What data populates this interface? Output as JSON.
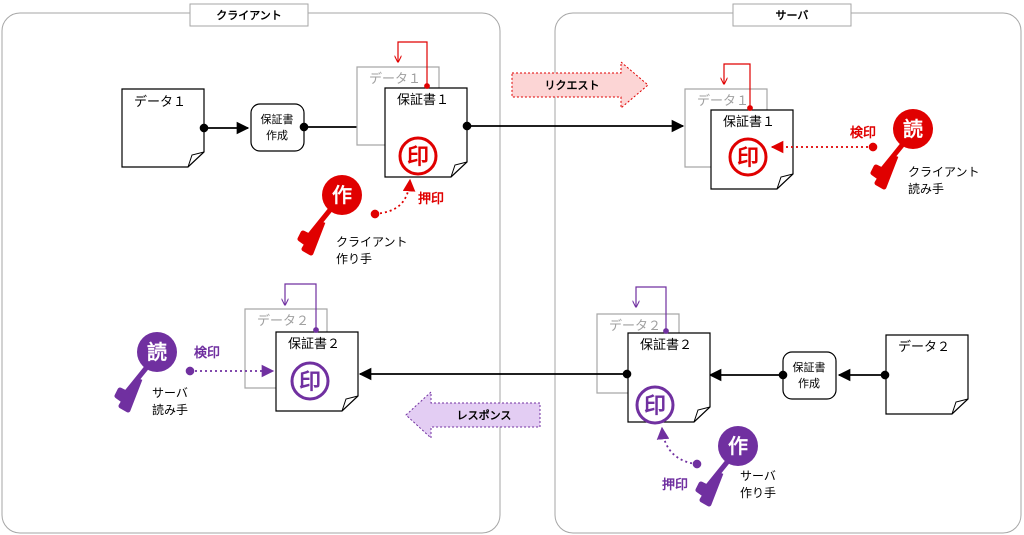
{
  "client": {
    "title": "クライアント"
  },
  "server": {
    "title": "サーバ"
  },
  "labels": {
    "data1": "データ１",
    "data2": "データ２",
    "cert1": "保証書１",
    "cert2": "保証書２",
    "cert_create_line1": "保証書",
    "cert_create_line2": "作成",
    "request": "リクエスト",
    "response": "レスポンス",
    "stamp": "押印",
    "verify": "検印",
    "seal_glyph": "印",
    "make_glyph": "作",
    "read_glyph": "読",
    "client_maker_line1": "クライアント",
    "client_maker_line2": "作り手",
    "client_reader_line1": "クライアント",
    "client_reader_line2": "読み手",
    "server_maker_line1": "サーバ",
    "server_maker_line2": "作り手",
    "server_reader_line1": "サーバ",
    "server_reader_line2": "読み手"
  },
  "colors": {
    "client_accent": "#e00000",
    "server_accent": "#7030a0",
    "request_fill": "#fcd5d5",
    "response_fill": "#e3cdf3"
  }
}
